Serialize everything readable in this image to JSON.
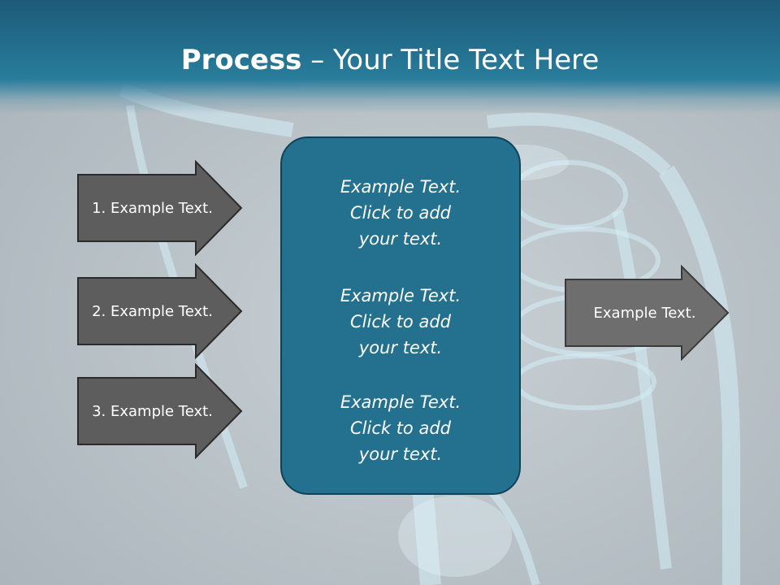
{
  "slide": {
    "title_bold": "Process",
    "title_rest": " – Your Title Text Here"
  },
  "left_arrows": [
    {
      "label": "1. Example Text."
    },
    {
      "label": "2. Example Text."
    },
    {
      "label": "3. Example Text."
    }
  ],
  "center_box": {
    "blocks": [
      {
        "lines": [
          "Example Text.",
          "Click  to add",
          "your text."
        ]
      },
      {
        "lines": [
          "Example Text.",
          "Click  to add",
          "your text."
        ]
      },
      {
        "lines": [
          "Example Text.",
          "Click  to add",
          "your text."
        ]
      }
    ]
  },
  "right_arrow": {
    "label": "Example Text."
  },
  "colors": {
    "title_band": "#23708f",
    "center_box_fill": "#23718f",
    "center_box_border": "#0f4258",
    "left_arrow_fill": "#5d5d5d",
    "right_arrow_fill": "#6e6e6e",
    "background": "#b9c2c7"
  }
}
